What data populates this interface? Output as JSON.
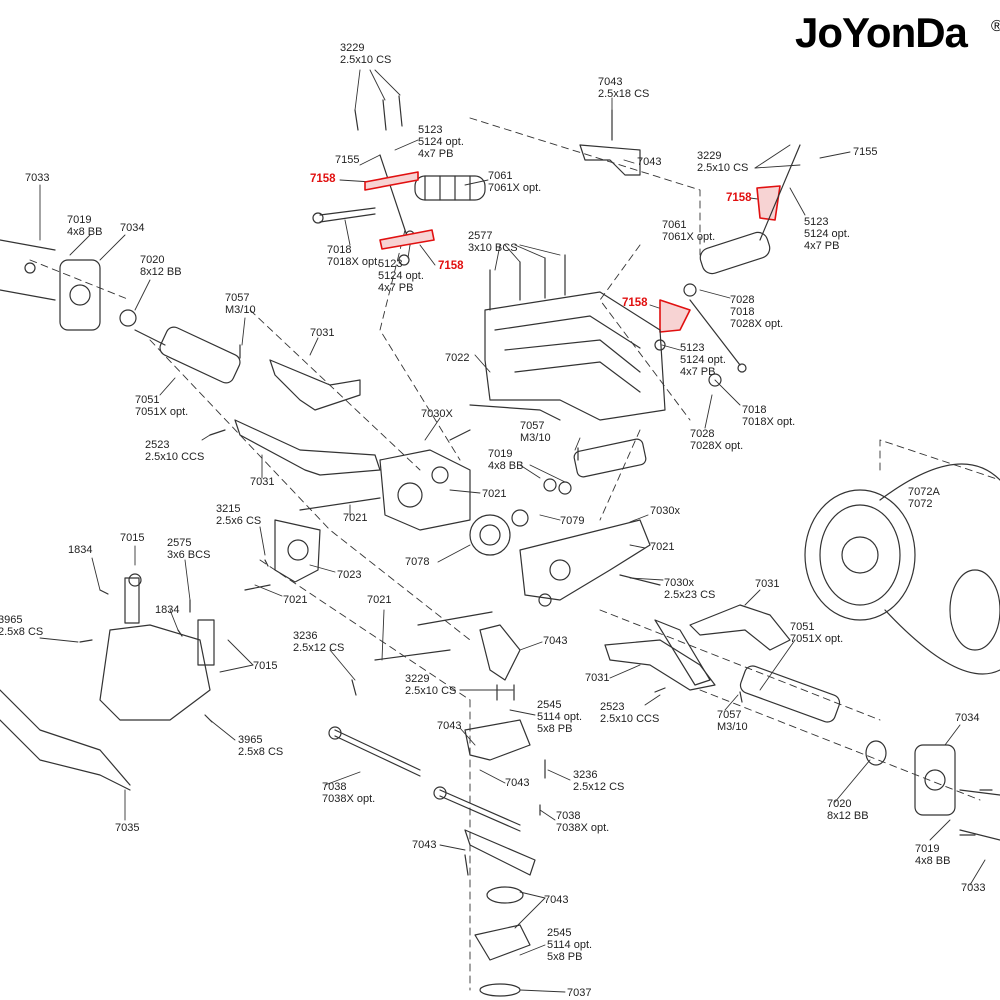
{
  "brand": {
    "name": "JoYonDa",
    "mark": "®",
    "accent_color": "#e11010",
    "line_color": "#333333"
  },
  "callouts": [
    {
      "lines": [
        "3229",
        "2.5x10 CS"
      ]
    },
    {
      "lines": [
        "7043",
        "2.5x18 CS"
      ]
    },
    {
      "lines": [
        "5123",
        "5124 opt.",
        "4x7 PB"
      ]
    },
    {
      "lines": [
        "7155"
      ]
    },
    {
      "lines": [
        "7158"
      ],
      "highlight": true
    },
    {
      "lines": [
        "7061",
        "7061X opt."
      ]
    },
    {
      "lines": [
        "7158"
      ],
      "highlight": true
    },
    {
      "lines": [
        "7018",
        "7018X opt."
      ]
    },
    {
      "lines": [
        "5123",
        "5124 opt.",
        "4x7 PB"
      ]
    },
    {
      "lines": [
        "2577",
        "3x10 BCS"
      ]
    },
    {
      "lines": [
        "7043"
      ]
    },
    {
      "lines": [
        "3229",
        "2.5x10 CS"
      ]
    },
    {
      "lines": [
        "7155"
      ]
    },
    {
      "lines": [
        "7158"
      ],
      "highlight": true
    },
    {
      "lines": [
        "5123",
        "5124 opt.",
        "4x7 PB"
      ]
    },
    {
      "lines": [
        "7061",
        "7061X opt."
      ]
    },
    {
      "lines": [
        "7158"
      ],
      "highlight": true
    },
    {
      "lines": [
        "7028",
        "7018",
        "7028X opt."
      ]
    },
    {
      "lines": [
        "5123",
        "5124 opt.",
        "4x7 PB"
      ]
    },
    {
      "lines": [
        "7018",
        "7018X opt."
      ]
    },
    {
      "lines": [
        "7028",
        "7028X opt."
      ]
    },
    {
      "lines": [
        "7033"
      ]
    },
    {
      "lines": [
        "7019",
        "4x8 BB"
      ]
    },
    {
      "lines": [
        "7034"
      ]
    },
    {
      "lines": [
        "7020",
        "8x12 BB"
      ]
    },
    {
      "lines": [
        "7057",
        "M3/10"
      ]
    },
    {
      "lines": [
        "7031"
      ]
    },
    {
      "lines": [
        "7022"
      ]
    },
    {
      "lines": [
        "7051",
        "7051X opt."
      ]
    },
    {
      "lines": [
        "2523",
        "2.5x10 CCS"
      ]
    },
    {
      "lines": [
        "7031"
      ]
    },
    {
      "lines": [
        "7030X"
      ]
    },
    {
      "lines": [
        "7057",
        "M3/10"
      ]
    },
    {
      "lines": [
        "7019",
        "4x8 BB"
      ]
    },
    {
      "lines": [
        "7021"
      ]
    },
    {
      "lines": [
        "7021"
      ]
    },
    {
      "lines": [
        "7079"
      ]
    },
    {
      "lines": [
        "7030x"
      ]
    },
    {
      "lines": [
        "7021"
      ]
    },
    {
      "lines": [
        "7078"
      ]
    },
    {
      "lines": [
        "3215",
        "2.5x6 CS"
      ]
    },
    {
      "lines": [
        "7023"
      ]
    },
    {
      "lines": [
        "7021"
      ]
    },
    {
      "lines": [
        "7030x",
        "2.5x23 CS"
      ]
    },
    {
      "lines": [
        "7072A",
        "7072"
      ]
    },
    {
      "lines": [
        "7031"
      ]
    },
    {
      "lines": [
        "7015"
      ]
    },
    {
      "lines": [
        "2575",
        "3x6 BCS"
      ]
    },
    {
      "lines": [
        "1834"
      ]
    },
    {
      "lines": [
        "1834"
      ]
    },
    {
      "lines": [
        "3965",
        "2.5x8 CS"
      ]
    },
    {
      "lines": [
        "7015"
      ]
    },
    {
      "lines": [
        "7021"
      ]
    },
    {
      "lines": [
        "3236",
        "2.5x12 CS"
      ]
    },
    {
      "lines": [
        "7043"
      ]
    },
    {
      "lines": [
        "7051",
        "7051X opt."
      ]
    },
    {
      "lines": [
        "7031"
      ]
    },
    {
      "lines": [
        "3229",
        "2.5x10 CS"
      ]
    },
    {
      "lines": [
        "2545",
        "5114 opt.",
        "5x8 PB"
      ]
    },
    {
      "lines": [
        "2523",
        "2.5x10 CCS"
      ]
    },
    {
      "lines": [
        "7057",
        "M3/10"
      ]
    },
    {
      "lines": [
        "3965",
        "2.5x8 CS"
      ]
    },
    {
      "lines": [
        "7043"
      ]
    },
    {
      "lines": [
        "7038",
        "7038X opt."
      ]
    },
    {
      "lines": [
        "7043"
      ]
    },
    {
      "lines": [
        "3236",
        "2.5x12 CS"
      ]
    },
    {
      "lines": [
        "7034"
      ]
    },
    {
      "lines": [
        "7035"
      ]
    },
    {
      "lines": [
        "7038",
        "7038X opt."
      ]
    },
    {
      "lines": [
        "7020",
        "8x12 BB"
      ]
    },
    {
      "lines": [
        "7043"
      ]
    },
    {
      "lines": [
        "7019",
        "4x8 BB"
      ]
    },
    {
      "lines": [
        "7043"
      ]
    },
    {
      "lines": [
        "7033"
      ]
    },
    {
      "lines": [
        "2545",
        "5114 opt.",
        "5x8 PB"
      ]
    },
    {
      "lines": [
        "7037"
      ]
    }
  ]
}
